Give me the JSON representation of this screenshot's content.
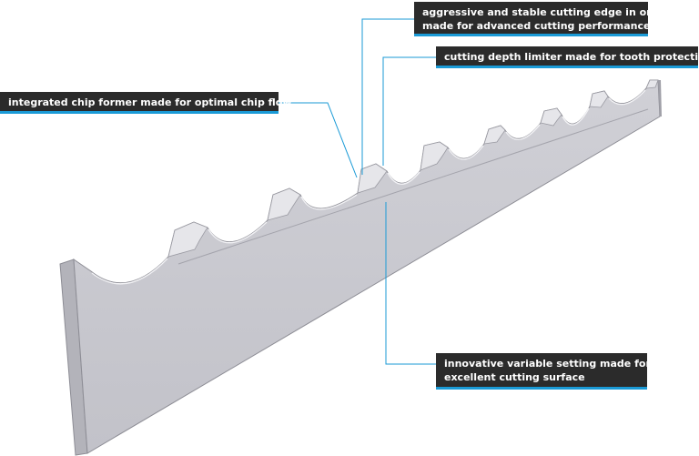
{
  "colors": {
    "accent_line": "#1a9ad6",
    "label_bg": "#2b2b2b",
    "label_text": "#ffffff",
    "blade_face": "#c9c9cf",
    "blade_top": "#e4e4e8",
    "blade_edge": "#8d8d95"
  },
  "callouts": {
    "cutting_edge": {
      "line1": "aggressive and stable cutting edge in one",
      "line2": "made for advanced cutting performance"
    },
    "depth_limiter": {
      "text": "cutting depth limiter made for tooth protection"
    },
    "chip_former": {
      "text": "integrated chip former made for optimal chip flow"
    },
    "variable_setting": {
      "line1": "innovative variable setting made for",
      "line2": "excellent cutting surface"
    }
  }
}
